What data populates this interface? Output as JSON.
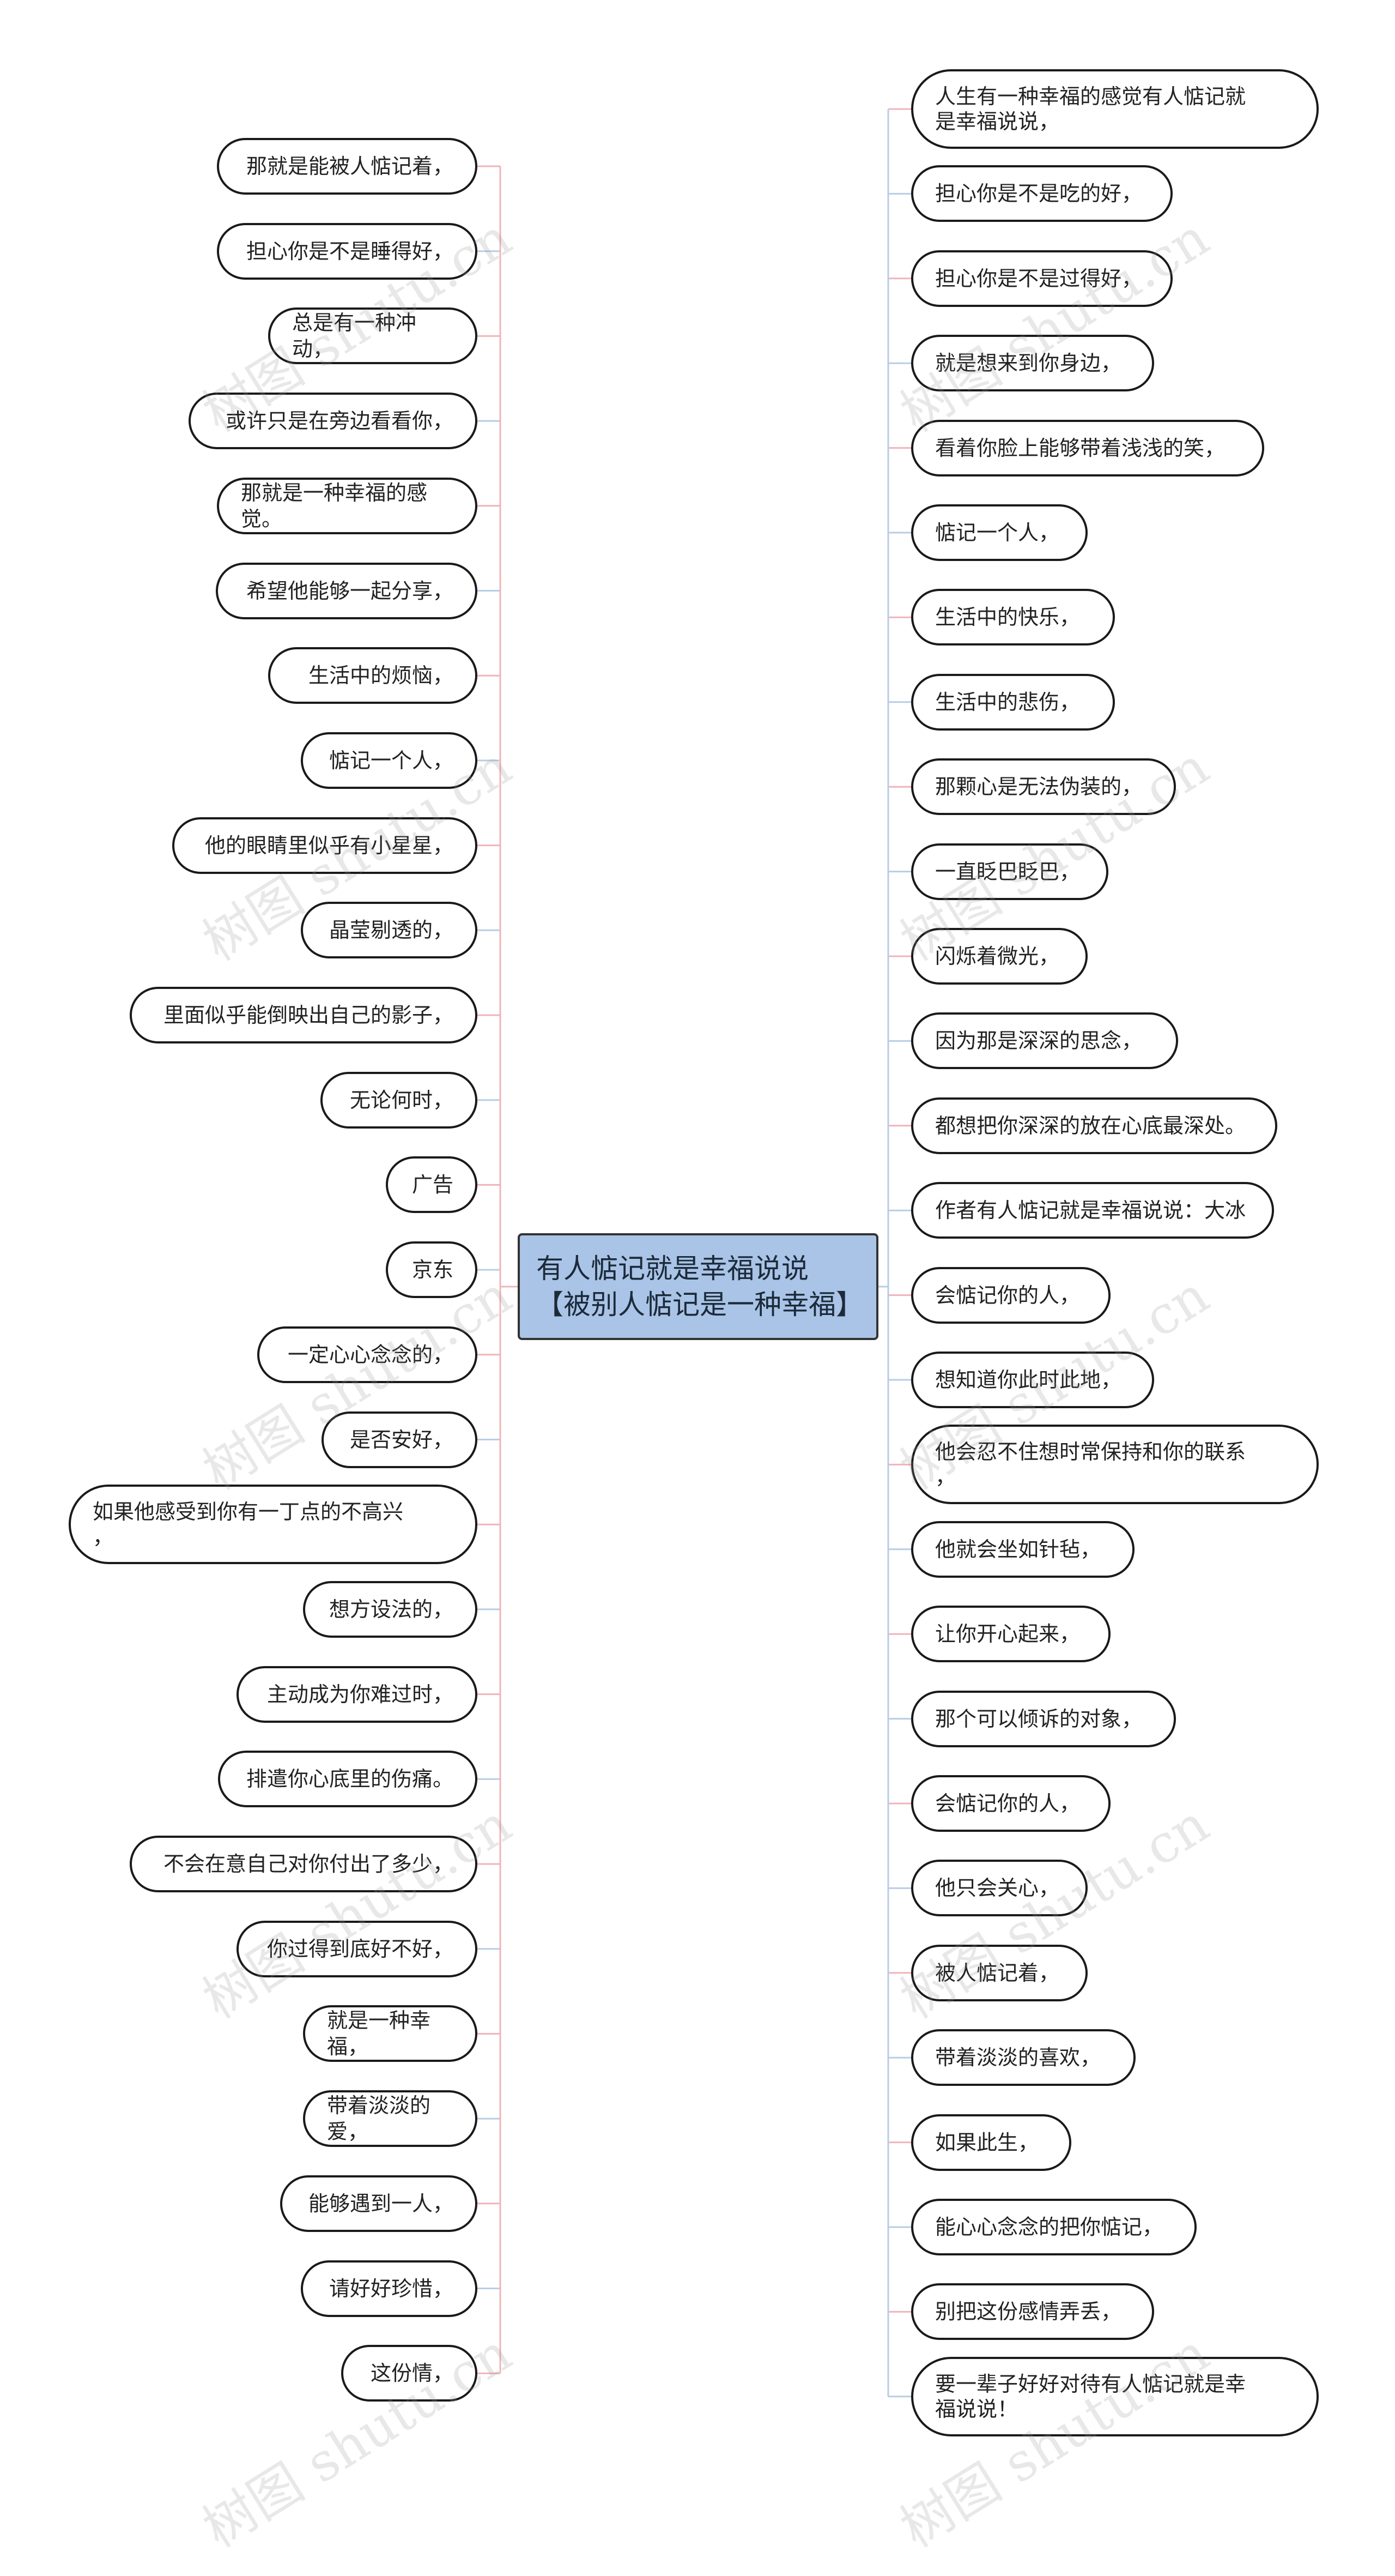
{
  "root": {
    "title": "有人惦记就是幸福说说【被别人惦记是一种幸福】"
  },
  "left_nodes": [
    "那就是能被人惦记着，",
    "担心你是不是睡得好，",
    "总是有一种冲动，",
    "或许只是在旁边看看你，",
    "那就是一种幸福的感觉。",
    "希望他能够一起分享，",
    "生活中的烦恼，",
    "惦记一个人，",
    "他的眼睛里似乎有小星星，",
    "晶莹剔透的，",
    "里面似乎能倒映出自己的影子，",
    "无论何时，",
    "广告",
    "京东",
    "一定心心念念的，",
    "是否安好，",
    "如果他感受到你有一丁点的不高兴\n，",
    "想方设法的，",
    "主动成为你难过时，",
    "排遣你心底里的伤痛。",
    "不会在意自己对你付出了多少，",
    "你过得到底好不好，",
    "就是一种幸福，",
    "带着淡淡的爱，",
    "能够遇到一人，",
    "请好好珍惜，",
    "这份情，"
  ],
  "right_nodes": [
    "人生有一种幸福的感觉有人惦记就\n是幸福说说，",
    "担心你是不是吃的好，",
    "担心你是不是过得好，",
    "就是想来到你身边，",
    "看着你脸上能够带着浅浅的笑，",
    "惦记一个人，",
    "生活中的快乐，",
    "生活中的悲伤，",
    "那颗心是无法伪装的，",
    "一直眨巴眨巴，",
    "闪烁着微光，",
    "因为那是深深的思念，",
    "都想把你深深的放在心底最深处。",
    "作者有人惦记就是幸福说说：大冰",
    "会惦记你的人，",
    "想知道你此时此地，",
    "他会忍不住想时常保持和你的联系\n，",
    "他就会坐如针毡，",
    "让你开心起来，",
    "那个可以倾诉的对象，",
    "会惦记你的人，",
    "他只会关心，",
    "被人惦记着，",
    "带着淡淡的喜欢，",
    "如果此生，",
    "能心心念念的把你惦记，",
    "别把这份感情弄丢，",
    "要一辈子好好对待有人惦记就是幸\n福说说！"
  ],
  "watermark": "树图 shutu.cn",
  "colors": {
    "root_fill": "#a9c4e6",
    "link_blue": "#b8cde6",
    "link_pink": "#f0b4b8",
    "node_border": "#1a1a1a"
  }
}
